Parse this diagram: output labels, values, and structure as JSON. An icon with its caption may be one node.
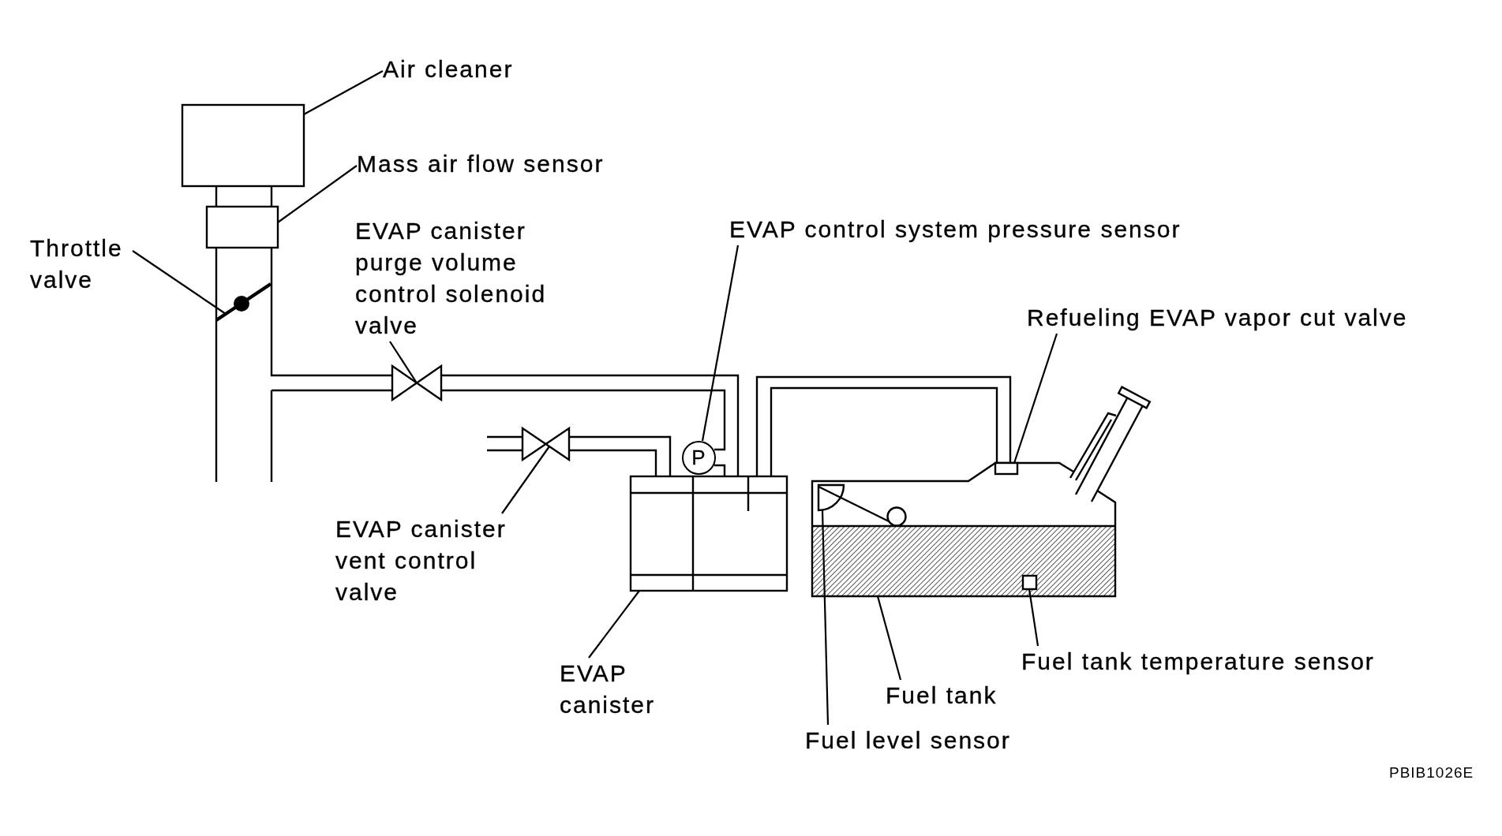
{
  "diagram": {
    "nodes": [
      {
        "text": [
          "Air cleaner"
        ]
      },
      {
        "text": [],
        "shape": "box"
      },
      {
        "text": [
          "Mass air flow sensor"
        ]
      },
      {
        "text": [],
        "shape": "box"
      },
      {
        "text": [
          "Throttle valve"
        ]
      },
      {
        "text": [],
        "shape": "bar"
      },
      {
        "text": [
          "EVAP canister purge volume control solenoid valve"
        ]
      },
      {
        "text": [],
        "shape": "picture"
      },
      {
        "text": [
          "EVAP control system pressure sensor"
        ]
      },
      {
        "text": [
          "P"
        ]
      },
      {
        "text": [
          "Refueling EVAP vapor cut valve"
        ]
      },
      {
        "text": [],
        "shape": "picture"
      },
      {
        "text": [],
        "shape": "box",
        "in": 11
      },
      {
        "text": [],
        "shape": "picture"
      },
      {
        "text": [
          "EVAP canister vent control valve"
        ]
      },
      {
        "text": [],
        "shape": "box"
      },
      {
        "text": [
          "EVAP canister"
        ]
      },
      {
        "text": [],
        "shape": "picture",
        "in": 11
      },
      {
        "text": [],
        "shape": "box",
        "in": 11
      },
      {
        "text": [
          "Fuel tank temperature sensor"
        ]
      },
      {
        "text": [
          "Fuel tank"
        ]
      },
      {
        "text": [
          "Fuel level sensor"
        ]
      }
    ],
    "edges": [
      {
        "from": 0,
        "to": 1,
        "arrow": "none"
      },
      {
        "from": 1,
        "to": 3,
        "arrow": "none"
      },
      {
        "from": 2,
        "to": 3,
        "arrow": "none"
      },
      {
        "from": 4,
        "to": 5,
        "arrow": "none"
      },
      {
        "from": 3,
        "to": null,
        "arrow": "none"
      },
      {
        "from": 3,
        "to": 7,
        "arrow": "none"
      },
      {
        "from": 6,
        "to": 7,
        "arrow": "none"
      },
      {
        "from": 7,
        "to": 15,
        "arrow": "none"
      },
      {
        "from": 7,
        "to": 9,
        "arrow": "none"
      },
      {
        "from": 9,
        "to": 15,
        "arrow": "none"
      },
      {
        "from": 8,
        "to": 9,
        "arrow": "none"
      },
      {
        "from": 15,
        "to": 12,
        "arrow": "none"
      },
      {
        "from": 10,
        "to": 12,
        "arrow": "none"
      },
      {
        "from": null,
        "to": 13,
        "arrow": "none"
      },
      {
        "from": 13,
        "to": 15,
        "arrow": "none"
      },
      {
        "from": 14,
        "to": 13,
        "arrow": "none"
      },
      {
        "from": 16,
        "to": 15,
        "arrow": "none"
      },
      {
        "from": 20,
        "to": 11,
        "arrow": "none"
      },
      {
        "from": 21,
        "to": 17,
        "arrow": "none"
      },
      {
        "from": 19,
        "to": 18,
        "arrow": "none"
      }
    ],
    "labels": [
      "PBIB1026E"
    ]
  }
}
